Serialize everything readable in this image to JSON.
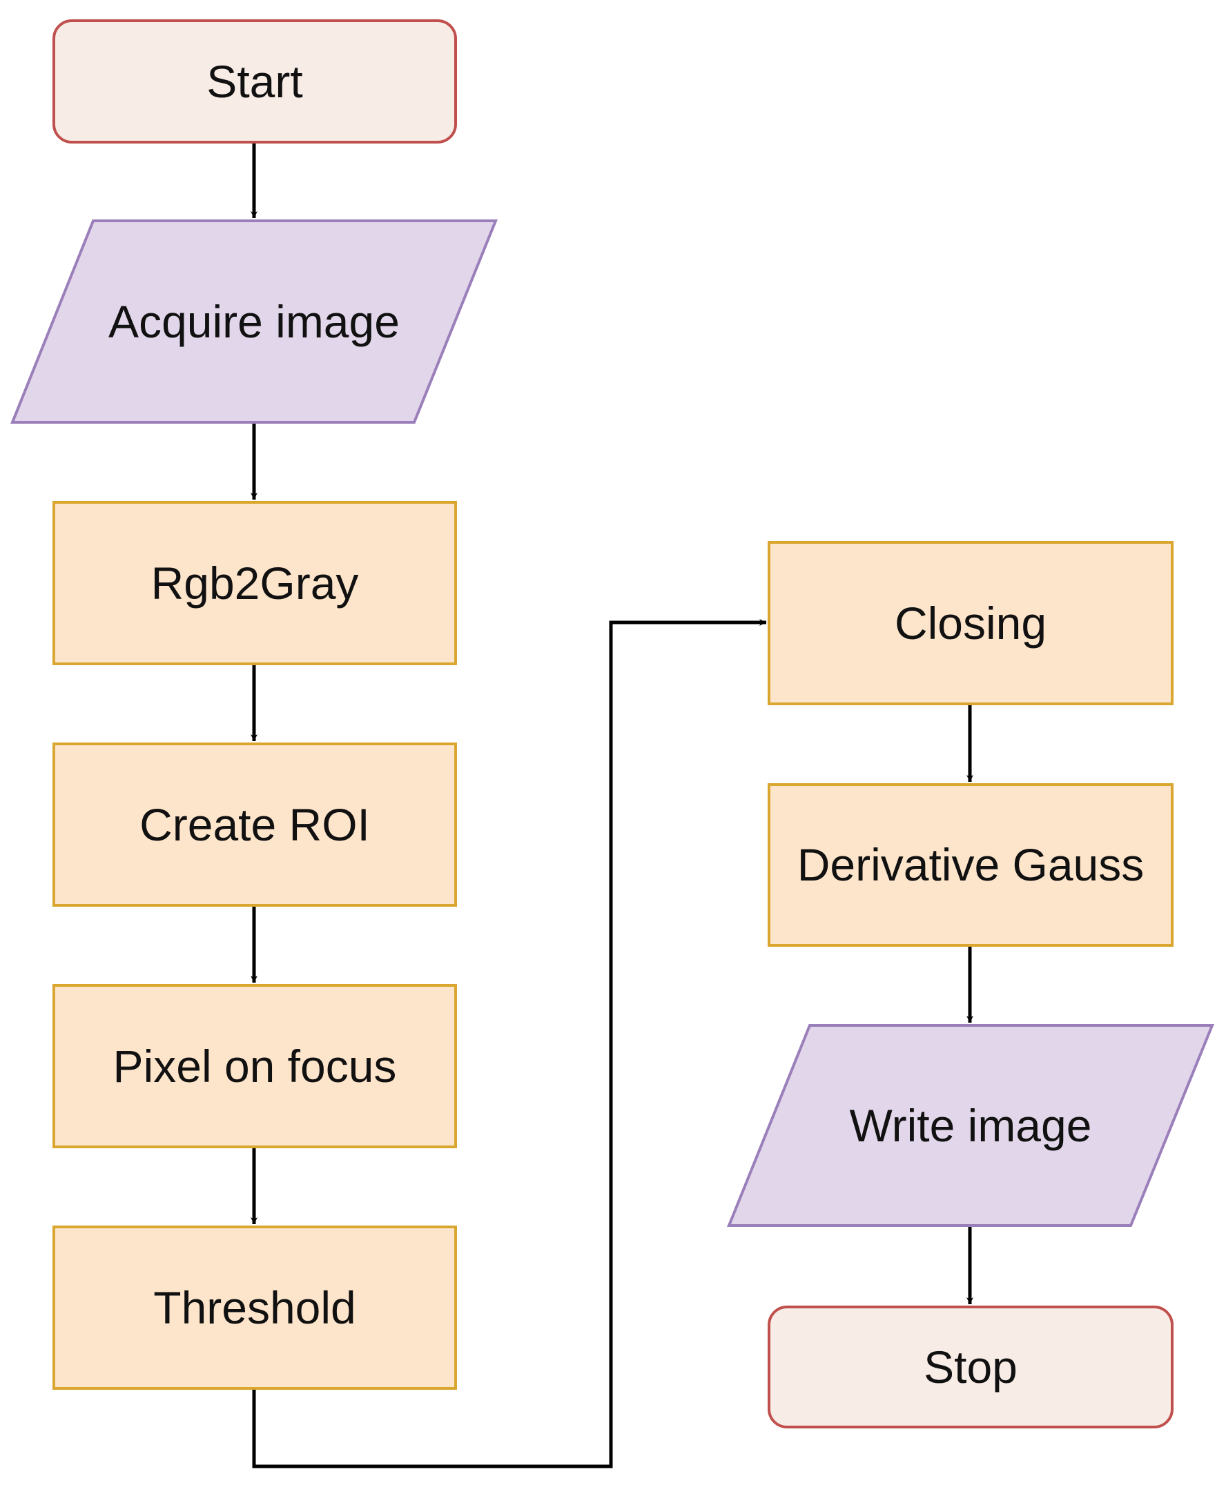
{
  "colors": {
    "terminal_fill": "#F8ECE6",
    "terminal_stroke": "#C0504D",
    "io_fill": "#E2D6EA",
    "io_stroke": "#9B7FBA",
    "process_fill": "#FDE5CB",
    "process_stroke": "#D9A730",
    "connector": "#000000"
  },
  "nodes": {
    "start": {
      "label": "Start",
      "shape": "terminal"
    },
    "acquire": {
      "label": "Acquire image",
      "shape": "input-output"
    },
    "rgb2gray": {
      "label": "Rgb2Gray",
      "shape": "process"
    },
    "create_roi": {
      "label": "Create ROI",
      "shape": "process"
    },
    "pixel_focus": {
      "label": "Pixel on focus",
      "shape": "process"
    },
    "threshold": {
      "label": "Threshold",
      "shape": "process"
    },
    "closing": {
      "label": "Closing",
      "shape": "process"
    },
    "derivative_gauss": {
      "label": "Derivative Gauss",
      "shape": "process"
    },
    "write_image": {
      "label": "Write image",
      "shape": "input-output"
    },
    "stop": {
      "label": "Stop",
      "shape": "terminal"
    }
  },
  "edges": [
    [
      "start",
      "acquire"
    ],
    [
      "acquire",
      "rgb2gray"
    ],
    [
      "rgb2gray",
      "create_roi"
    ],
    [
      "create_roi",
      "pixel_focus"
    ],
    [
      "pixel_focus",
      "threshold"
    ],
    [
      "threshold",
      "closing"
    ],
    [
      "closing",
      "derivative_gauss"
    ],
    [
      "derivative_gauss",
      "write_image"
    ],
    [
      "write_image",
      "stop"
    ]
  ]
}
